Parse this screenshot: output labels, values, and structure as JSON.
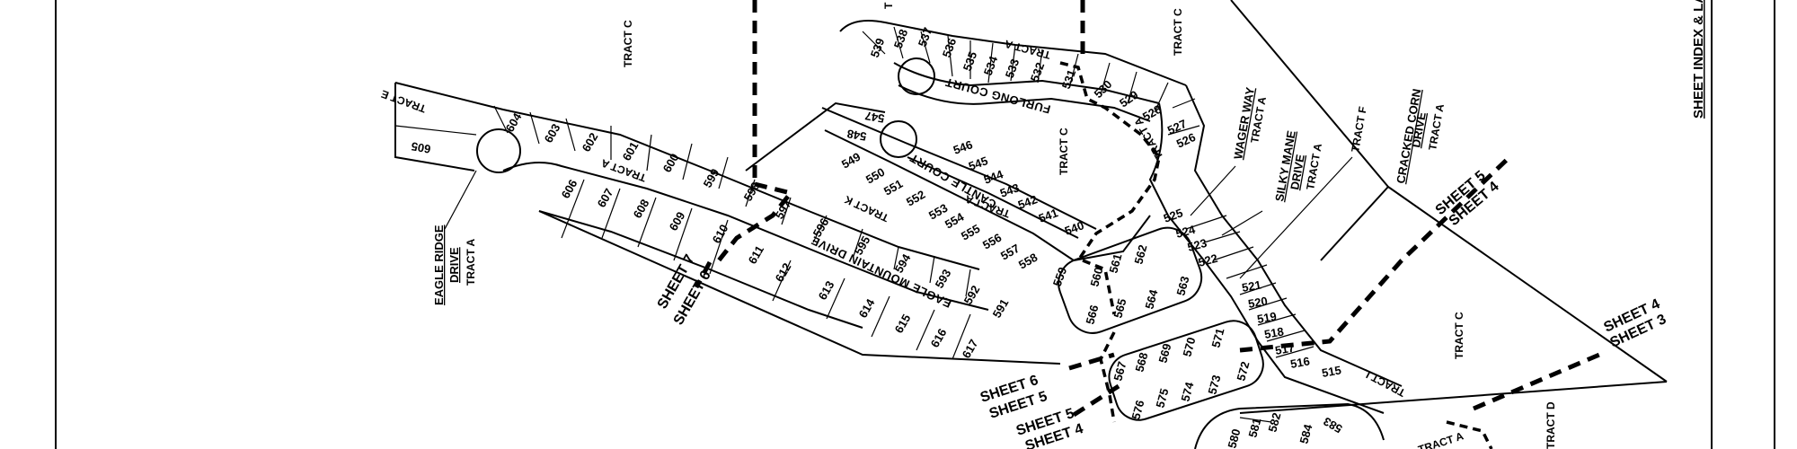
{
  "sheet_index_title": "SHEET INDEX & LA",
  "tracts": {
    "c_west": "TRACT C",
    "c_north": "TRACT C",
    "c_center": "TRACT C",
    "c_east": "TRACT C",
    "e": "TRACT E",
    "a_upper": "TRACT A",
    "a_cantle": "TRACT A",
    "a_furlong": "TRACT A",
    "k": "TRACT K",
    "f": "TRACT F",
    "l": "TRACT L",
    "d": "TRACT D",
    "a_bottom": "TRACT A",
    "t_top": "T"
  },
  "streets": {
    "eagle_ridge_1": "EAGLE RIDGE",
    "eagle_ridge_2": "DRIVE",
    "eagle_ridge_tract": "TRACT A",
    "eagle_mountain": "EAGLE MOUNTAIN DRIVE",
    "cantle_court": "CANTLE COURT",
    "furlong_court": "FURLONG COURT",
    "wager_way": "WAGER WAY",
    "wager_way_tract": "TRACT A",
    "silky_mane_1": "SILKY MANE",
    "silky_mane_2": "DRIVE",
    "silky_mane_tract": "TRACT A",
    "cracked_corn_1": "CRACKED CORN",
    "cracked_corn_2": "DRIVE",
    "cracked_corn_tract": "TRACT A"
  },
  "sheets": {
    "s7": "SHEET 7",
    "s6a": "SHEET 6",
    "s6b": "SHEET 6",
    "s5a": "SHEET 5",
    "s5b": "SHEET 5",
    "s5c": "SHEET 5",
    "s4a": "SHEET 4",
    "s4b": "SHEET 4",
    "s4c": "SHEET 4",
    "s3": "SHEET 3"
  },
  "lots": {
    "l605": "605",
    "l604": "604",
    "l603": "603",
    "l602": "602",
    "l601": "601",
    "l600": "600",
    "l599": "599",
    "l598": "598",
    "l597": "597",
    "l596": "596",
    "l595": "595",
    "l594": "594",
    "l593": "593",
    "l592": "592",
    "l591": "591",
    "l606": "606",
    "l607": "607",
    "l608": "608",
    "l609": "609",
    "l610": "610",
    "l611": "611",
    "l612": "612",
    "l613": "613",
    "l614": "614",
    "l615": "615",
    "l616": "616",
    "l617": "617",
    "l539": "539",
    "l538": "538",
    "l537": "537",
    "l536": "536",
    "l535": "535",
    "l534": "534",
    "l533": "533",
    "l532": "532",
    "l531": "531",
    "l530": "530",
    "l529": "529",
    "l528": "528",
    "l527": "527",
    "l526": "526",
    "l547": "547",
    "l548": "548",
    "l549": "549",
    "l550": "550",
    "l551": "551",
    "l552": "552",
    "l553": "553",
    "l554": "554",
    "l555": "555",
    "l556": "556",
    "l557": "557",
    "l558": "558",
    "l559": "559",
    "l546": "546",
    "l545": "545",
    "l544": "544",
    "l543": "543",
    "l542": "542",
    "l541": "541",
    "l540": "540",
    "l525": "525",
    "l524": "524",
    "l523": "523",
    "l522": "522",
    "l521": "521",
    "l520": "520",
    "l519": "519",
    "l518": "518",
    "l517": "517",
    "l516": "516",
    "l515": "515",
    "l560": "560",
    "l561": "561",
    "l562": "562",
    "l563": "563",
    "l564": "564",
    "l565": "565",
    "l566": "566",
    "l567": "567",
    "l568": "568",
    "l569": "569",
    "l570": "570",
    "l571": "571",
    "l572": "572",
    "l573": "573",
    "l574": "574",
    "l575": "575",
    "l576": "576",
    "l580": "580",
    "l581": "581",
    "l582": "582",
    "l583": "583",
    "l584": "584"
  }
}
